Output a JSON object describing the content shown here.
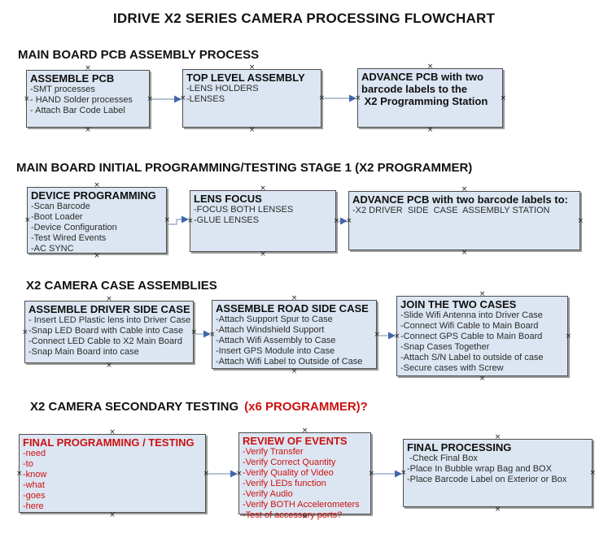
{
  "title": "IDRIVE X2  SERIES CAMERA PROCESSING FLOWCHART",
  "icons": {
    "connection_point": "×"
  },
  "colors": {
    "red": "#cc1111",
    "node_fill": "#dce6f2",
    "node_border": "#4d4d4d",
    "arrow_line": "#9bb0cc",
    "arrow_head": "#4066aa"
  },
  "sections": [
    {
      "header": "MAIN BOARD PCB ASSEMBLY PROCESS",
      "boxes": [
        {
          "title": "ASSEMBLE PCB",
          "items": [
            "-SMT processes",
            "- HAND Solder processes",
            "- Attach Bar Code Label"
          ]
        },
        {
          "title": "TOP LEVEL ASSEMBLY",
          "items": [
            "-LENS HOLDERS",
            "-LENSES"
          ]
        },
        {
          "title": "ADVANCE PCB with two\nbarcode labels to the\n X2 Programming Station",
          "items": []
        }
      ]
    },
    {
      "header": "MAIN BOARD INITIAL PROGRAMMING/TESTING STAGE 1 (X2 PROGRAMMER)",
      "boxes": [
        {
          "title": "DEVICE PROGRAMMING",
          "items": [
            "-Scan Barcode",
            "-Boot Loader",
            "-Device Configuration",
            "-Test Wired Events",
            "-AC SYNC"
          ]
        },
        {
          "title": "LENS FOCUS",
          "items": [
            "-FOCUS BOTH LENSES",
            "-GLUE LENSES"
          ]
        },
        {
          "title": "ADVANCE PCB with two barcode labels to:",
          "items": [
            "-X2 DRIVER  SIDE  CASE  ASSEMBLY STATION"
          ]
        }
      ]
    },
    {
      "header": "X2 CAMERA CASE ASSEMBLIES",
      "boxes": [
        {
          "title": "ASSEMBLE DRIVER SIDE CASE",
          "items": [
            "- Insert LED Plastic lens into Driver Case",
            "-Snap LED Board with Cable into Case",
            "-Connect LED Cable to X2 Main Board",
            "-Snap Main Board into case"
          ]
        },
        {
          "title": "ASSEMBLE ROAD SIDE CASE",
          "items": [
            "-Attach Support Spur to Case",
            "-Attach Windshield Support",
            "-Attach Wifi Assembly to Case",
            "-Insert GPS Module into Case",
            "-Attach Wifi Label to Outside of Case"
          ]
        },
        {
          "title": "JOIN THE TWO CASES",
          "items": [
            "-Slide Wifi Antenna into Driver Case",
            "-Connect Wifi Cable to Main Board",
            "-Connect GPS Cable to Main Board",
            "-Snap Cases Together",
            "-Attach S/N Label to outside of case",
            "-Secure cases with Screw"
          ]
        }
      ]
    },
    {
      "header": "X2 CAMERA SECONDARY TESTING",
      "header_suffix": "(x6 PROGRAMMER)?",
      "boxes": [
        {
          "title": "FINAL PROGRAMMING / TESTING",
          "items": [
            "-need",
            "-to",
            "-know",
            "-what",
            "-goes",
            "-here"
          ]
        },
        {
          "title": "REVIEW OF EVENTS",
          "items": [
            "-Verify Transfer",
            "-Verify Correct Quantity",
            "-Verify Quality of Video",
            "-Verify LEDs function",
            "-Verify Audio",
            "-Verify BOTH Accelerometers",
            "-Test of accessory ports?"
          ]
        },
        {
          "title": "FINAL PROCESSING",
          "items": [
            " -Check Final Box",
            "-Place In Bubble wrap Bag and BOX",
            "-Place Barcode Label on Exterior or Box"
          ]
        }
      ]
    }
  ]
}
